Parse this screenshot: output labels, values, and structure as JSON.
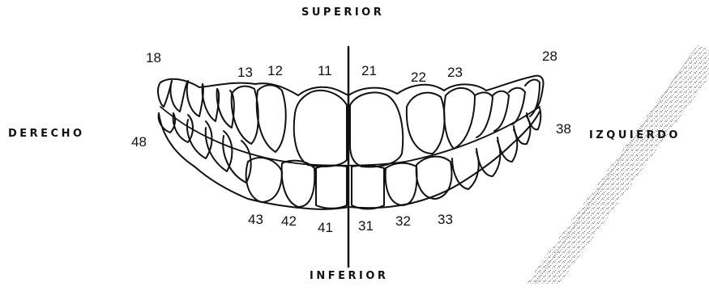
{
  "labels": {
    "superior": "SUPERIOR",
    "inferior": "INFERIOR",
    "derecho": "DERECHO",
    "izquierdo": "IZQUIERDO"
  },
  "teeth": {
    "t18": "18",
    "t13": "13",
    "t12": "12",
    "t11": "11",
    "t21": "21",
    "t22": "22",
    "t23": "23",
    "t28": "28",
    "t48": "48",
    "t38": "38",
    "t43": "43",
    "t42": "42",
    "t41": "41",
    "t31": "31",
    "t32": "32",
    "t33": "33"
  }
}
